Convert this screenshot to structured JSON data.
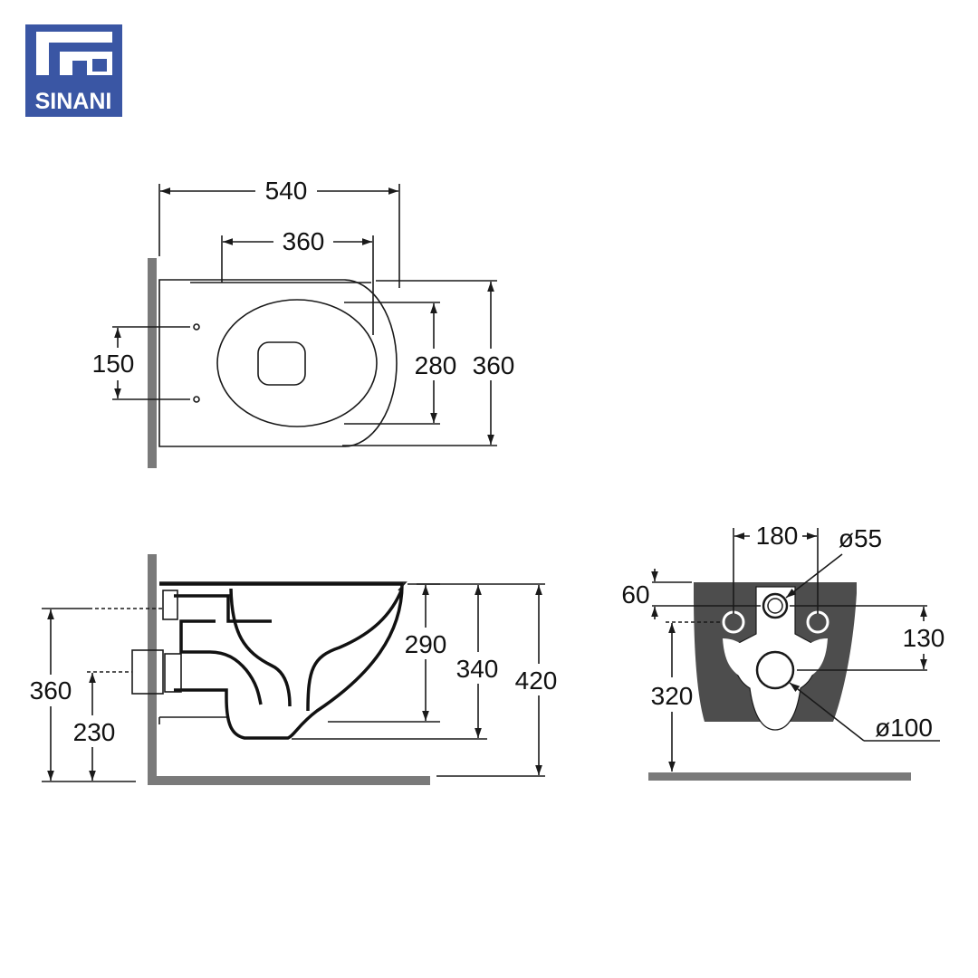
{
  "brand": {
    "name": "SINANI",
    "color": "#3a56a4"
  },
  "colors": {
    "line": "#1a1a1a",
    "wall": "#7a7a7a",
    "body_fill": "#4d4d4d"
  },
  "dimensions": {
    "top_view": {
      "overall_length": "540",
      "seat_length": "360",
      "bolt_spacing": "150",
      "seat_width": "280",
      "overall_width": "360"
    },
    "side_view": {
      "inlet_height": "360",
      "outlet_height": "230",
      "bowl_depth": "290",
      "rim_height": "340",
      "overall_height": "420"
    },
    "rear_view": {
      "bolt_spacing": "180",
      "inlet_diameter": "ø55",
      "top_offset": "60",
      "bolt_drop": "130",
      "outlet_height": "320",
      "outlet_diameter": "ø100"
    }
  }
}
